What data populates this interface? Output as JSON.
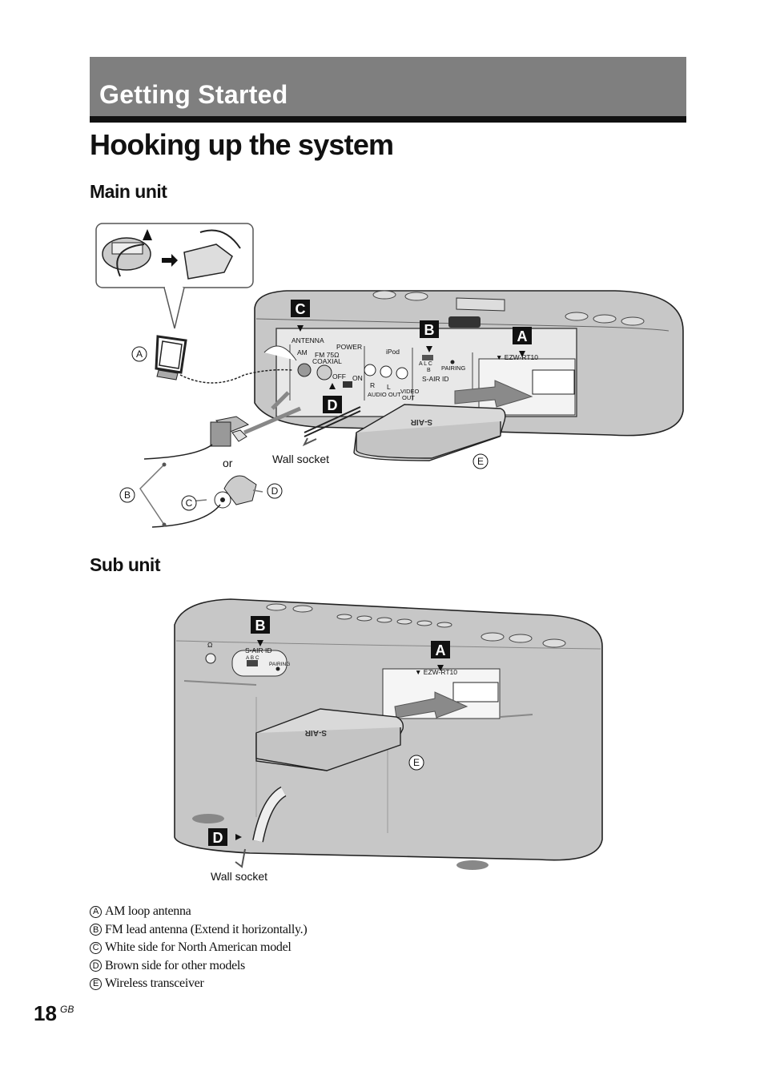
{
  "section": {
    "title": "Getting Started"
  },
  "page_title": "Hooking up the system",
  "main_unit": {
    "heading": "Main unit",
    "panel_labels": {
      "antenna": "ANTENNA",
      "am": "AM",
      "fm": "FM 75Ω",
      "coaxial": "COAXIAL",
      "power": "POWER",
      "off": "OFF",
      "on": "ON",
      "ipod": "iPod",
      "r": "R",
      "l": "L",
      "audio_out": "AUDIO OUT",
      "video": "VIDEO",
      "out": "OUT",
      "sair_switch": "A  L  C",
      "sair_b": "B",
      "pairing": "PAIRING",
      "sair_id": "S-AIR ID",
      "slot_model": "▼ EZW-RT10"
    },
    "callouts": {
      "c": "C",
      "b": "B",
      "a": "A",
      "d": "D",
      "circle_a": "A",
      "circle_b": "B",
      "circle_c": "C",
      "circle_d": "D",
      "circle_e": "E"
    },
    "text_or": "or",
    "wall_socket": "Wall socket",
    "transceiver_brand": "S-AIR"
  },
  "sub_unit": {
    "heading": "Sub unit",
    "panel_labels": {
      "headphone": "Ω",
      "sair_id": "S-AIR ID",
      "sair_switch": "A  B  C",
      "pairing": "PAIRING",
      "slot_model": "▼ EZW-RT10"
    },
    "callouts": {
      "b": "B",
      "a": "A",
      "d": "D",
      "circle_e": "E"
    },
    "wall_socket": "Wall socket",
    "transceiver_brand": "S-AIR"
  },
  "legend": [
    {
      "letter": "A",
      "text": "AM loop antenna"
    },
    {
      "letter": "B",
      "text": "FM lead antenna (Extend it horizontally.)"
    },
    {
      "letter": "C",
      "text": "White side for North American model"
    },
    {
      "letter": "D",
      "text": "Brown side for other models"
    },
    {
      "letter": "E",
      "text": "Wireless transceiver"
    }
  ],
  "footer": {
    "page_number": "18",
    "locale": "GB"
  }
}
